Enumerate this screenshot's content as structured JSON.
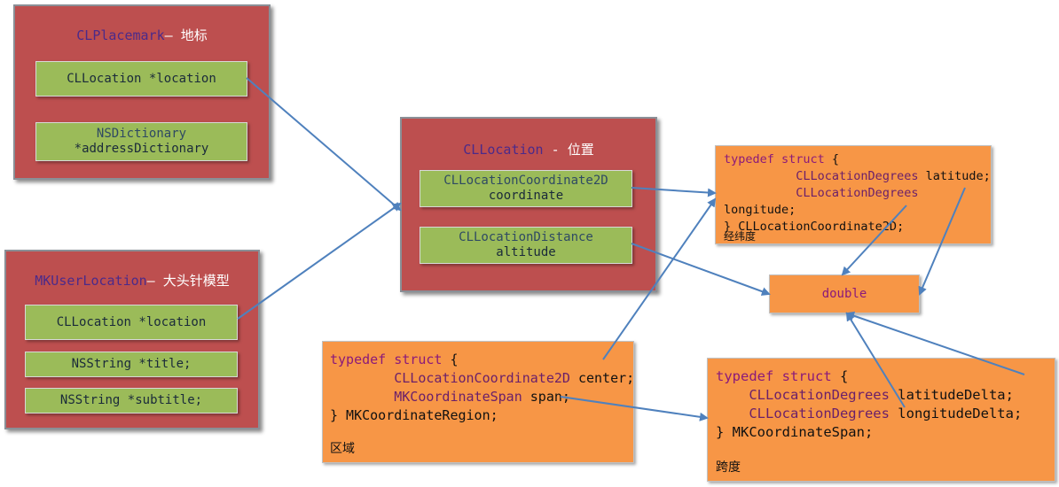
{
  "placemark": {
    "title_class": "CLPlacemark",
    "title_sep": "– ",
    "title_zh": "地标",
    "field1": "CLLocation *location",
    "field2_type": "NSDictionary",
    "field2_name": "*addressDictionary"
  },
  "userloc": {
    "title_class": "MKUserLocation",
    "title_sep": "– ",
    "title_zh": "大头针模型",
    "field1": "CLLocation *location",
    "field2": "NSString *title;",
    "field3": "NSString *subtitle;"
  },
  "location": {
    "title_class": "CLLocation",
    "title_sep": " - ",
    "title_zh": "位置",
    "field1_type": "CLLocationCoordinate2D",
    "field1_name": "coordinate",
    "field2_type": "CLLocationDistance",
    "field2_name": "altitude"
  },
  "coord2d": {
    "kw": "typedef struct",
    "brace": " {",
    "line1_type": "CLLocationDegrees",
    "line1_name": " latitude;",
    "line2_type": "CLLocationDegrees",
    "line3": "longitude;",
    "line4": "} CLLocationCoordinate2D;",
    "caption": "经纬度"
  },
  "double_box": {
    "label": "double"
  },
  "region": {
    "kw": "typedef struct",
    "brace": " {",
    "line1_type": "CLLocationCoordinate2D",
    "line1_name": " center;",
    "line2_type": "MKCoordinateSpan",
    "line2_name": " span;",
    "line3": "} MKCoordinateRegion;",
    "caption": "区域"
  },
  "span": {
    "kw": "typedef struct",
    "brace": " {",
    "line1_type": "CLLocationDegrees",
    "line1_name": " latitudeDelta;",
    "line2_type": "CLLocationDegrees",
    "line2_name": " longitudeDelta;",
    "line3": "} MKCoordinateSpan;",
    "caption": "跨度"
  },
  "colors": {
    "red_box": "#bd4f4f",
    "green_box": "#9bbb59",
    "orange_box": "#f79646",
    "arrow": "#4f81bd"
  }
}
